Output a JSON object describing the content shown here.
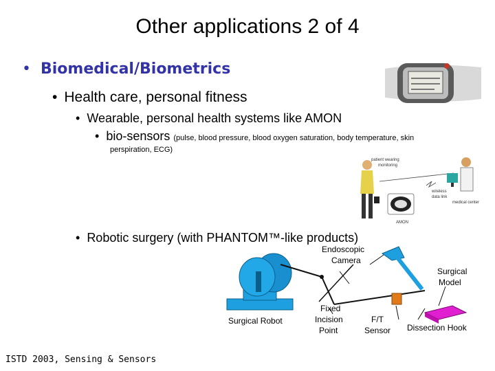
{
  "slide": {
    "title": "Other applications 2 of 4",
    "bullet1": "Biomedical/Biometrics",
    "bullet2": "Health care, personal fitness",
    "bullet3": "Wearable, personal health systems like AMON",
    "bullet4_main": "bio-sensors",
    "bullet4_detail": "(pulse, blood pressure, blood oxygen saturation, body temperature, skin",
    "bullet4_detail2": "perspiration, ECG)",
    "bullet5": "Robotic surgery (with PHANTOM™-like products)",
    "footer": "ISTD 2003, Sensing & Sensors"
  },
  "amon_diagram": {
    "label_patient": "patient wearing",
    "label_patient2": "monitoring",
    "label_wireless": "wireless",
    "label_wireless2": "data link",
    "label_center": "medical center",
    "label_amon": "AMON"
  },
  "surgery_diagram": {
    "label_endoscopic": "Endoscopic",
    "label_camera": "Camera",
    "label_surgical": "Surgical",
    "label_model": "Model",
    "label_robot": "Surgical Robot",
    "label_fixed": "Fixed",
    "label_incision": "Incision",
    "label_point": "Point",
    "label_ft": "F/T",
    "label_sensor": "Sensor",
    "label_hook": "Dissection Hook"
  }
}
